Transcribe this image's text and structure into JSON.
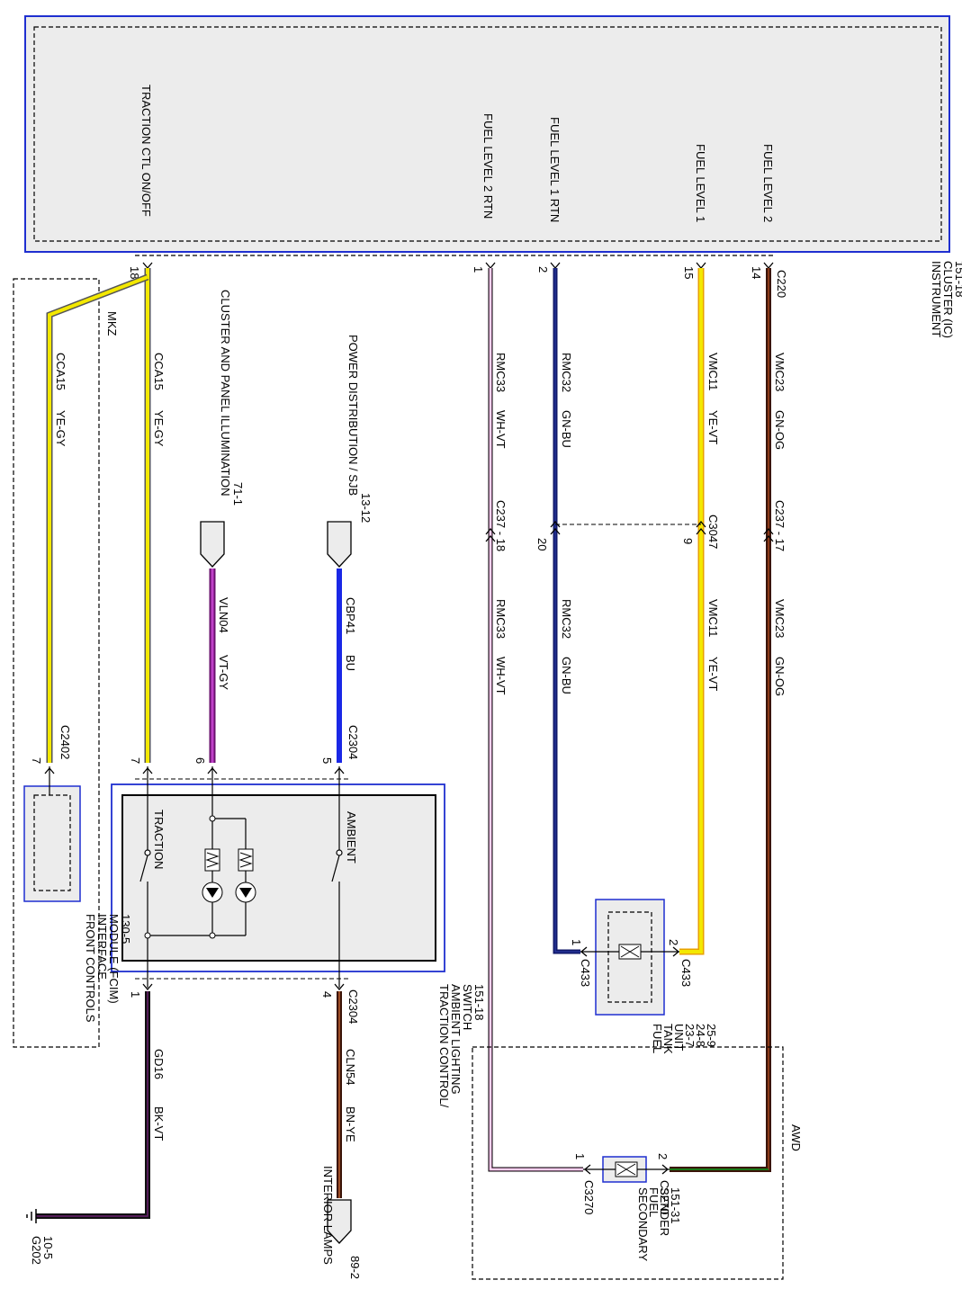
{
  "ic": {
    "pins": {
      "traction": "TRACTION CTL ON/OFF",
      "fl2rtn": "FUEL LEVEL 2 RTN",
      "fl1rtn": "FUEL LEVEL 1 RTN",
      "fl1": "FUEL LEVEL 1",
      "fl2": "FUEL LEVEL 2"
    },
    "name_lines": [
      "INSTRUMENT",
      "CLUSTER (IC)",
      "151-18"
    ],
    "connector": "C220"
  },
  "pins": {
    "p18": "18",
    "p1": "1",
    "p2": "2",
    "p15": "15",
    "p14": "14",
    "p20": "20",
    "p9": "9",
    "p7a": "7",
    "p7b": "7",
    "p6": "6",
    "p5": "5",
    "p1b": "1",
    "p4": "4",
    "tank1": "1",
    "tank2": "2",
    "sec1": "1",
    "sec2": "2"
  },
  "wires": {
    "rmc33": {
      "circuit": "RMC33",
      "color": "WH-VT"
    },
    "rmc32": {
      "circuit": "RMC32",
      "color": "GN-BU"
    },
    "vmc11": {
      "circuit": "VMC11",
      "color": "YE-VT"
    },
    "vmc23": {
      "circuit": "VMC23",
      "color": "GN-OG"
    },
    "cca15": {
      "circuit": "CCA15",
      "color": "YE-GY"
    },
    "vln04": {
      "circuit": "VLN04",
      "color": "VT-GY"
    },
    "cbp41": {
      "circuit": "CBP41",
      "color": "BU"
    },
    "cln54": {
      "circuit": "CLN54",
      "color": "BN-YE"
    },
    "gd16": {
      "circuit": "GD16",
      "color": "BK-VT"
    }
  },
  "connectors": {
    "c237_18": "C237 - 18",
    "c237_17": "C237 - 17",
    "c3047": "C3047",
    "c2402": "C2402",
    "c2304_top": "C2304",
    "c2304_bot": "C2304",
    "c433_left": "C433",
    "c433_right": "C433",
    "c3270_left": "C3270",
    "c3270_right": "C3270",
    "g202_lines": [
      "G202",
      "10-5"
    ]
  },
  "labels": {
    "mkz": "MKZ",
    "awd": "AWD",
    "cluster_panel": [
      "CLUSTER AND PANEL ILLUMINATION",
      "71-1"
    ],
    "power_dist": [
      "POWER DISTRIBUTION / SJB",
      "13-12"
    ],
    "interior_lamps": [
      "INTERIOR LAMPS",
      "89-2"
    ],
    "fcim": [
      "FRONT CONTROLS",
      "INTERFACE",
      "MODULE (FCIM)",
      "130-5"
    ],
    "switch_name": [
      "TRACTION CONTROL/",
      "AMBIENT LIGHTING",
      "SWITCH",
      "151-18"
    ],
    "traction": "TRACTION",
    "ambient": "AMBIENT",
    "fuel_tank": [
      "FUEL",
      "TANK",
      "UNIT",
      "23-7",
      "24-8",
      "25-9"
    ],
    "secondary": [
      "SECONDARY",
      "FUEL",
      "SENDER",
      "151-31"
    ]
  },
  "colors": {
    "module_border": "#1f2fd0",
    "module_fill": "#e6e6e6",
    "yellow": "#f3e800",
    "violet": "#a020a8",
    "blue": "#1a28e6",
    "navy": "#10186a",
    "brown": "#6a2a1a",
    "green": "#1a7a1a",
    "black": "#101010",
    "pink": "#e6a0d8"
  }
}
